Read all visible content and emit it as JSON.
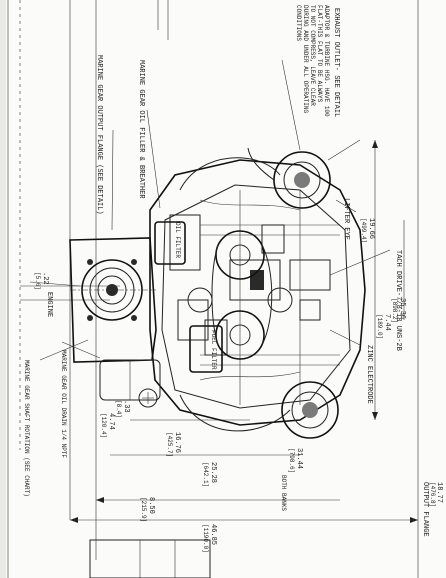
{
  "callouts": {
    "exhaust_outlet": "EXHAUST OUTLET- SEE DETAIL",
    "adapter_note": [
      "ADAPTOR & TURBINE HSG. HAVE 100",
      "FLAT-THIS FLAT TO BE ALWAYS",
      "TO NOT COMPRESS, LEAVE CLEAR",
      "DURING AND UNDER ALL OPERATING",
      "CONDITIONS"
    ],
    "lifter_eye": "LIFTER EYE",
    "tach_drive": "TACH DRIVE-7/8-18 UNS-2B",
    "zinc_electrode": "ZINC ELECTRODE",
    "marine_gear_oil_filler": "MARINE GEAR OIL FILLER & BREATHER",
    "marine_gear_output_flange": "MARINE GEAR OUTPUT FLANGE (SEE DETAIL)",
    "oil_filter": "OIL FILTER",
    "fuel_filter": "FUEL FILTER",
    "cl_engine": "ENGINE",
    "oil_drain": "MARINE GEAR OIL DRAIN 1/4 NPTF",
    "gear_shaft_rotation": "MARINE GEAR SHAFT ROTATION (SEE CHART)",
    "output_flange": "OUTPUT FLANGE",
    "both_banks": "BOTH BANKS"
  },
  "dimensions": [
    {
      "value": "19.66",
      "metric": "[499.4]"
    },
    {
      "value": "35.36",
      "metric": "[898.2]"
    },
    {
      "value": "7.44",
      "metric": "[189.0]"
    },
    {
      "value": ".22",
      "metric": "[5.6]"
    },
    {
      "value": ".33",
      "metric": "[8.4]"
    },
    {
      "value": "4.74",
      "metric": "[120.4]"
    },
    {
      "value": "16.76",
      "metric": "[425.7]"
    },
    {
      "value": "25.28",
      "metric": "[642.1]"
    },
    {
      "value": "31.44",
      "metric": "[798.6]"
    },
    {
      "value": "8.50",
      "metric": "[215.9]"
    },
    {
      "value": "46.85",
      "metric": "[1190.0]"
    },
    {
      "value": "18.77",
      "metric": "[476.8]"
    }
  ]
}
